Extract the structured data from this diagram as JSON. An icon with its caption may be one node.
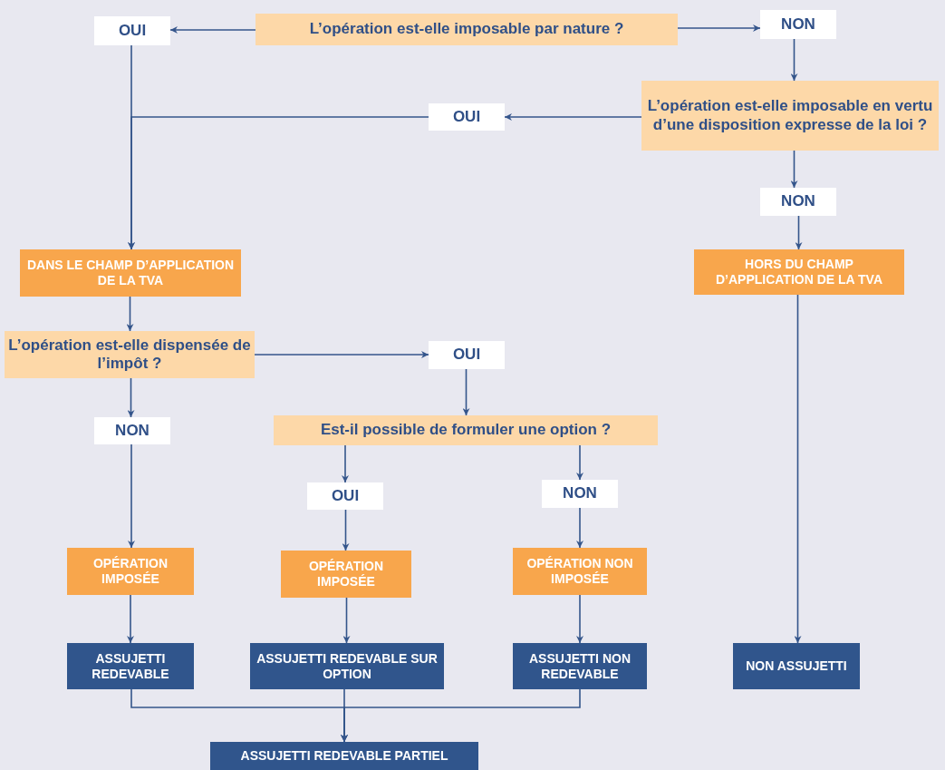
{
  "diagram": {
    "nodes": [
      {
        "text": [
          "L’opération est-elle imposable par nature ?"
        ]
      },
      {
        "text": [
          "OUI"
        ]
      },
      {
        "text": [
          "NON"
        ]
      },
      {
        "text": [
          "L’opération est-elle imposable en vertu d’une disposition expresse de la loi ?"
        ]
      },
      {
        "text": [
          "OUI"
        ]
      },
      {
        "text": [
          "NON"
        ]
      },
      {
        "text": [
          "DANS LE CHAMP D’APPLICATION DE LA TVA"
        ]
      },
      {
        "text": [
          "HORS DU CHAMP D’APPLICATION DE LA TVA"
        ]
      },
      {
        "text": [
          "L’opération est-elle dispensée de l’impôt ?"
        ]
      },
      {
        "text": [
          "OUI"
        ]
      },
      {
        "text": [
          "NON"
        ]
      },
      {
        "text": [
          "Est-il possible de formuler une option ?"
        ]
      },
      {
        "text": [
          "OUI"
        ]
      },
      {
        "text": [
          "NON"
        ]
      },
      {
        "text": [
          "OPÉRATION IMPOSÉE"
        ]
      },
      {
        "text": [
          "OPÉRATION IMPOSÉE"
        ]
      },
      {
        "text": [
          "OPÉRATION NON IMPOSÉE"
        ]
      },
      {
        "text": [
          "ASSUJETTI REDEVABLE"
        ]
      },
      {
        "text": [
          "ASSUJETTI REDEVABLE SUR OPTION"
        ]
      },
      {
        "text": [
          "ASSUJETTI NON REDEVABLE"
        ]
      },
      {
        "text": [
          "NON ASSUJETTI"
        ]
      },
      {
        "text": [
          "ASSUJETTI REDEVABLE PARTIEL"
        ]
      }
    ],
    "edges": [
      {
        "from": 0,
        "to": 1,
        "arrow": "to"
      },
      {
        "from": 0,
        "to": 2,
        "arrow": "to"
      },
      {
        "from": 2,
        "to": 3,
        "arrow": "to"
      },
      {
        "from": 3,
        "to": 4,
        "arrow": "to"
      },
      {
        "from": 4,
        "to": 6,
        "arrow": "to"
      },
      {
        "from": 1,
        "to": 6,
        "arrow": "to"
      },
      {
        "from": 3,
        "to": 5,
        "arrow": "to"
      },
      {
        "from": 5,
        "to": 7,
        "arrow": "to"
      },
      {
        "from": 7,
        "to": 20,
        "arrow": "to"
      },
      {
        "from": 6,
        "to": 8,
        "arrow": "to"
      },
      {
        "from": 8,
        "to": 9,
        "arrow": "to"
      },
      {
        "from": 8,
        "to": 10,
        "arrow": "to"
      },
      {
        "from": 9,
        "to": 11,
        "arrow": "to"
      },
      {
        "from": 10,
        "to": 14,
        "arrow": "to"
      },
      {
        "from": 11,
        "to": 12,
        "arrow": "to"
      },
      {
        "from": 11,
        "to": 13,
        "arrow": "to"
      },
      {
        "from": 12,
        "to": 15,
        "arrow": "to"
      },
      {
        "from": 13,
        "to": 16,
        "arrow": "to"
      },
      {
        "from": 14,
        "to": 17,
        "arrow": "to"
      },
      {
        "from": 15,
        "to": 18,
        "arrow": "to"
      },
      {
        "from": 16,
        "to": 19,
        "arrow": "to"
      },
      {
        "from": 17,
        "to": 21,
        "arrow": "to"
      },
      {
        "from": 18,
        "to": 21,
        "arrow": "to"
      },
      {
        "from": 19,
        "to": 21,
        "arrow": "to"
      }
    ]
  }
}
